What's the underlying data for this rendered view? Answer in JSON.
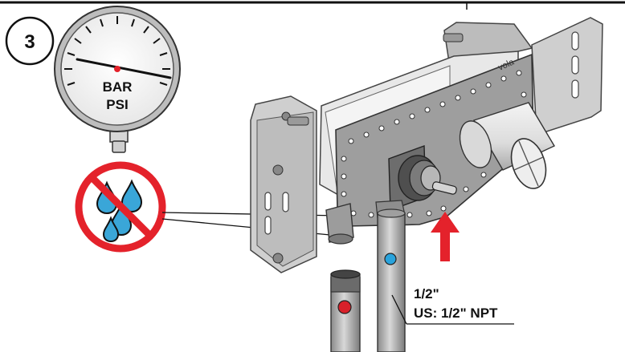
{
  "step": {
    "number": "3"
  },
  "gauge": {
    "unit_top": "BAR",
    "unit_bottom": "PSI"
  },
  "pipe": {
    "size_label": "1/2\"",
    "thread_label": "US: 1/2\" NPT"
  },
  "brand": {
    "logo_text": "vola"
  },
  "colors": {
    "red_accent": "#e4222b",
    "blue_dot": "#29a3dc",
    "red_dot": "#d9212a",
    "water_drop": "#3aa6d8",
    "metal": "#c9c9c9",
    "frame_dark": "#6e6e6e"
  }
}
